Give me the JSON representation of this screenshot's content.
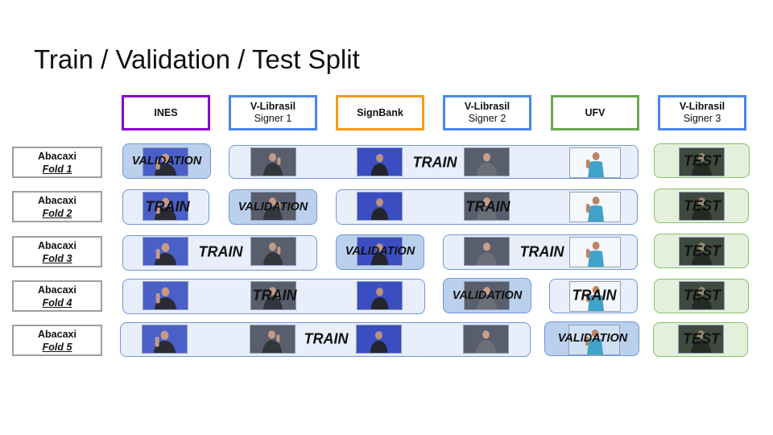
{
  "title": "Train / Validation / Test Split",
  "columns": [
    {
      "line1": "INES",
      "line2": "",
      "color": "#8a00c9"
    },
    {
      "line1": "V-Librasil",
      "line2": "Signer 1",
      "color": "#4a86e8"
    },
    {
      "line1": "SignBank",
      "line2": "",
      "color": "#f59a1b"
    },
    {
      "line1": "V-Librasil",
      "line2": "Signer 2",
      "color": "#4a86e8"
    },
    {
      "line1": "UFV",
      "line2": "",
      "color": "#6aa84f"
    },
    {
      "line1": "V-Librasil",
      "line2": "Signer 3",
      "color": "#4a86e8"
    }
  ],
  "folds": [
    {
      "line1": "Abacaxi",
      "line2": "Fold 1",
      "segments": [
        {
          "type": "val",
          "label": "VALIDATION"
        },
        {
          "type": "train",
          "label": "TRAIN"
        },
        {
          "type": "test",
          "label": "TEST"
        }
      ]
    },
    {
      "line1": "Abacaxi",
      "line2": "Fold 2",
      "segments": [
        {
          "type": "train",
          "label": "TRAIN"
        },
        {
          "type": "val",
          "label": "VALIDATION"
        },
        {
          "type": "train",
          "label": "TRAIN"
        },
        {
          "type": "test",
          "label": "TEST"
        }
      ]
    },
    {
      "line1": "Abacaxi",
      "line2": "Fold 3",
      "segments": [
        {
          "type": "train",
          "label": "TRAIN"
        },
        {
          "type": "val",
          "label": "VALIDATION"
        },
        {
          "type": "train",
          "label": "TRAIN"
        },
        {
          "type": "test",
          "label": "TEST"
        }
      ]
    },
    {
      "line1": "Abacaxi",
      "line2": "Fold 4",
      "segments": [
        {
          "type": "train",
          "label": "TRAIN"
        },
        {
          "type": "val",
          "label": "VALIDATION"
        },
        {
          "type": "train",
          "label": "TRAIN"
        },
        {
          "type": "test",
          "label": "TEST"
        }
      ]
    },
    {
      "line1": "Abacaxi",
      "line2": "Fold 5",
      "segments": [
        {
          "type": "train",
          "label": "TRAIN"
        },
        {
          "type": "val",
          "label": "VALIDATION"
        },
        {
          "type": "test",
          "label": "TEST"
        }
      ]
    }
  ],
  "colors": {
    "train_fill": "#e8eefa",
    "validation_fill": "#bad0ec",
    "test_fill": "#e4f0dc",
    "segment_border": "#6f98d6",
    "test_border": "#86c06a"
  }
}
